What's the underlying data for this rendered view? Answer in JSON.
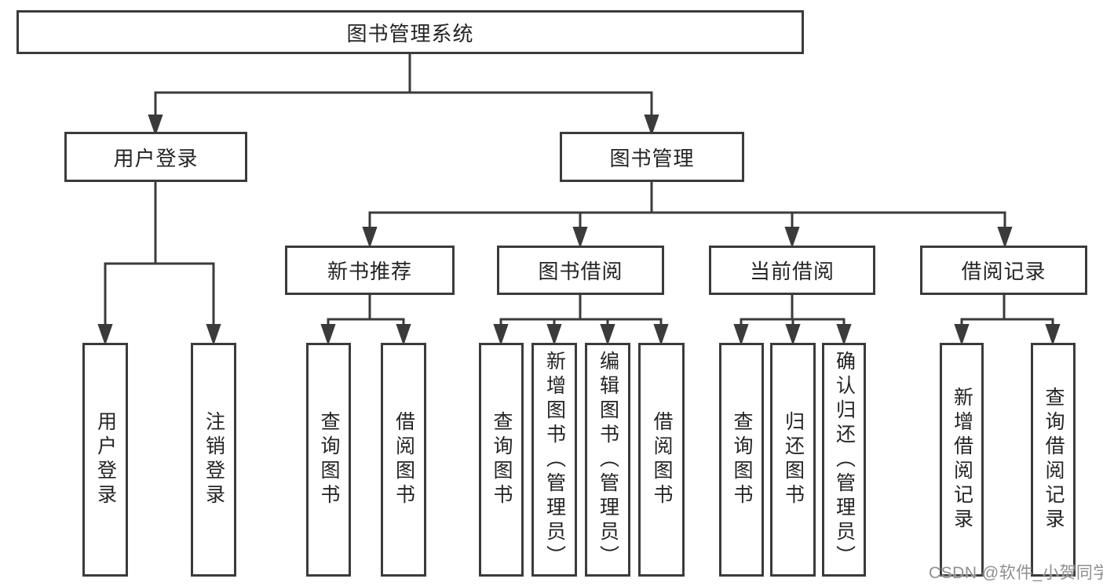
{
  "title": "图书管理系统",
  "nodes": {
    "root": "图书管理系统",
    "user_login": "用户登录",
    "book_mgmt": "图书管理",
    "new_book_rec": "新书推荐",
    "book_borrow": "图书借阅",
    "current_borrow": "当前借阅",
    "borrow_record": "借阅记录",
    "leaf_user_login": "用户登录",
    "leaf_logout": "注销登录",
    "leaf_query_book_1": "查询图书",
    "leaf_borrow_book_1": "借阅图书",
    "leaf_query_book_2": "查询图书",
    "leaf_add_book": "新增图书（管理员）",
    "leaf_edit_book": "编辑图书（管理员）",
    "leaf_borrow_book_2": "借阅图书",
    "leaf_query_book_3": "查询图书",
    "leaf_return_book": "归还图书",
    "leaf_confirm_return": "确认归还（管理员）",
    "leaf_add_record": "新增借阅记录",
    "leaf_query_record": "查询借阅记录"
  },
  "structure": {
    "图书管理系统": {
      "用户登录": [
        "用户登录",
        "注销登录"
      ],
      "图书管理": {
        "新书推荐": [
          "查询图书",
          "借阅图书"
        ],
        "图书借阅": [
          "查询图书",
          "新增图书（管理员）",
          "编辑图书（管理员）",
          "借阅图书"
        ],
        "当前借阅": [
          "查询图书",
          "归还图书",
          "确认归还（管理员）"
        ],
        "借阅记录": [
          "新增借阅记录",
          "查询借阅记录"
        ]
      }
    }
  },
  "colors": {
    "border": "#3b3b3b",
    "line": "#3b3b3b",
    "text": "#242424",
    "watermark": "#8f8f8f",
    "background": "#ffffff"
  },
  "watermark": "CSDN @软件_小贺同学"
}
